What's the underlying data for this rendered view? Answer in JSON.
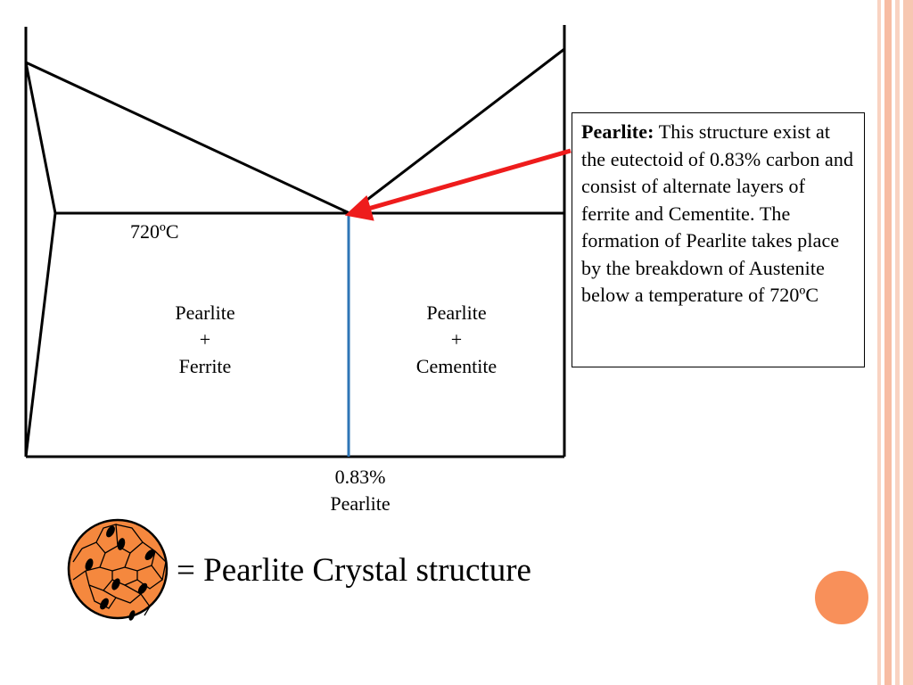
{
  "diagram": {
    "temperature_label": "720ºC",
    "region_left": [
      "Pearlite",
      "+",
      "Ferrite"
    ],
    "region_right": [
      "Pearlite",
      "+",
      "Cementite"
    ],
    "eutectoid_label": [
      "0.83%",
      "Pearlite"
    ]
  },
  "callout": {
    "title": "Pearlite:",
    "body": "This structure exist at the eutectoid of 0.83% carbon and consist of alternate layers of ferrite and Cementite. The formation of Pearlite takes place by the breakdown of Austenite below a temperature of 720ºC"
  },
  "legend": {
    "text": "= Pearlite Crystal structure",
    "icon": "pearlite-crystal-icon"
  },
  "colors": {
    "arrow": "#ee1c1c",
    "eutectoid_line": "#2e75b6",
    "crystal_fill": "#f5883e",
    "accent_dot": "#f8905a",
    "border_stripe": "#f7c7b1"
  }
}
